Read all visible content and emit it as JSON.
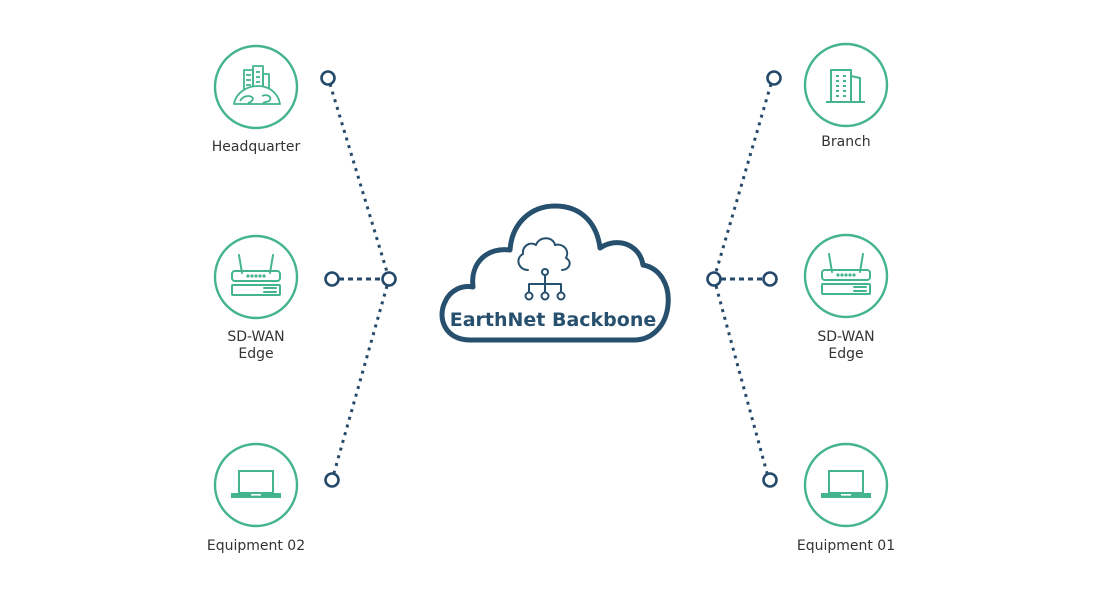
{
  "diagram": {
    "title": "EarthNet Backbone",
    "colors": {
      "node_accent": "#43b48c",
      "link": "#24496a",
      "cloud": "#27506e",
      "label": "#333333",
      "background": "#ffffff"
    },
    "center": {
      "label": "EarthNet Backbone",
      "icon": "cloud-network-icon"
    },
    "left_nodes": [
      {
        "id": "headquarter",
        "label_lines": [
          "Headquarter"
        ],
        "icon": "headquarter-building-globe-icon"
      },
      {
        "id": "sdwan-edge-left",
        "label_lines": [
          "SD-WAN",
          "Edge"
        ],
        "icon": "router-icon"
      },
      {
        "id": "equipment-02",
        "label_lines": [
          "Equipment 02"
        ],
        "icon": "laptop-icon"
      }
    ],
    "right_nodes": [
      {
        "id": "branch",
        "label_lines": [
          "Branch"
        ],
        "icon": "office-building-icon"
      },
      {
        "id": "sdwan-edge-right",
        "label_lines": [
          "SD-WAN",
          "Edge"
        ],
        "icon": "router-icon"
      },
      {
        "id": "equipment-01",
        "label_lines": [
          "Equipment 01"
        ],
        "icon": "laptop-icon"
      }
    ],
    "links": [
      {
        "from": "headquarter",
        "to": "left-hub",
        "style": "dotted"
      },
      {
        "from": "sdwan-edge-left",
        "to": "left-hub",
        "style": "dashed"
      },
      {
        "from": "equipment-02",
        "to": "left-hub",
        "style": "dotted"
      },
      {
        "from": "branch",
        "to": "right-hub",
        "style": "dotted"
      },
      {
        "from": "sdwan-edge-right",
        "to": "right-hub",
        "style": "dashed"
      },
      {
        "from": "equipment-01",
        "to": "right-hub",
        "style": "dotted"
      }
    ]
  }
}
